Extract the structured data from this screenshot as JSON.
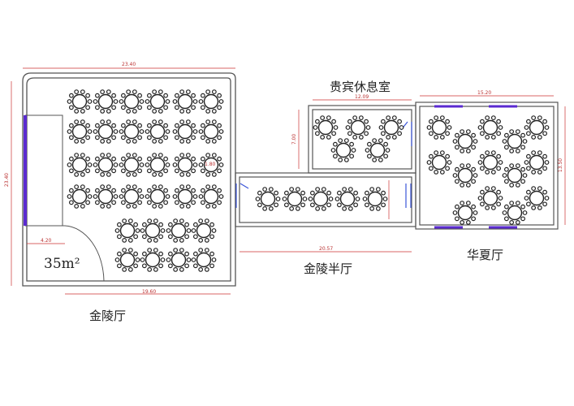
{
  "rooms": {
    "jinling_hall": "金陵厅",
    "vip_lounge": "贵宾休息室",
    "jinling_half_hall": "金陵半厅",
    "huaxia_hall": "华夏厅"
  },
  "stage_area": "35m²",
  "stage_width": "4.20",
  "dimensions": {
    "jinling_top": "23.40",
    "jinling_height": "23.40",
    "jinling_bottom": "19.60",
    "half_hall_width": "20.57",
    "lounge_width": "12.09",
    "lounge_height": "7.00",
    "huaxia_width": "15.20",
    "huaxia_height": "13.50",
    "table_diameter": "1.80"
  },
  "colors": {
    "wall": "#555555",
    "stage": "#5a2ad0",
    "door": "#3b55d8",
    "dimension": "#cc3333"
  }
}
